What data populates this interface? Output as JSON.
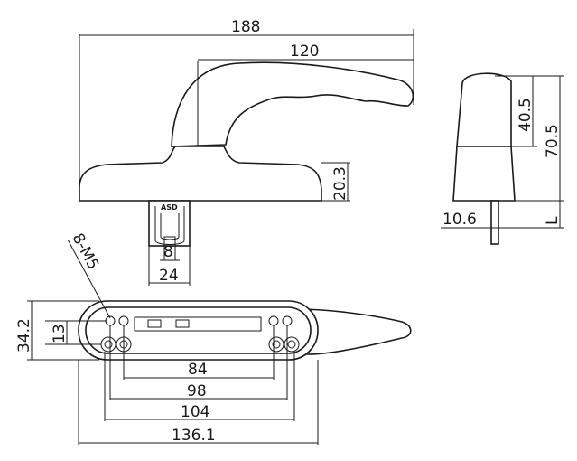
{
  "dimensions": {
    "front_width": "188",
    "handle_length": "120",
    "base_height": "20.3",
    "spindle_width": "24",
    "spindle_inner": "8",
    "side_top_height": "40.5",
    "side_total_height": "70.5",
    "side_spindle": "10.6",
    "side_variable": "L",
    "thread_spec": "8-M5",
    "plate_height": "34.2",
    "hole_spacing_v": "13",
    "hole_spacing_84": "84",
    "hole_spacing_98": "98",
    "hole_spacing_104": "104",
    "plate_width": "136.1"
  },
  "markings": {
    "spindle_logo": "ASD"
  }
}
